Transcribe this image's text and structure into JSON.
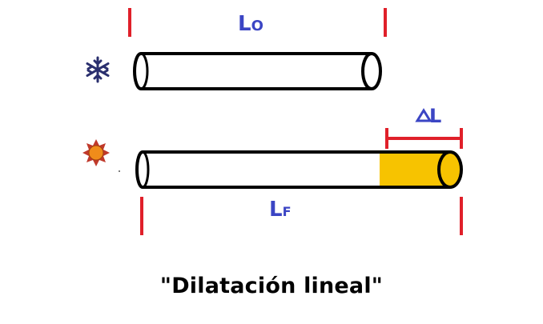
{
  "labels": {
    "initial_length": "L",
    "initial_length_sub": "O",
    "final_length": "L",
    "final_length_sub": "F",
    "delta": "L"
  },
  "icons": {
    "cold": "snowflake-icon",
    "hot": "sun-icon"
  },
  "caption": "\"Dilatación lineal\"",
  "colors": {
    "marker": "#e0202a",
    "label": "#3b45c4",
    "expansion": "#f7c300",
    "rod_outline": "#000000",
    "snowflake": "#2a2f6e",
    "sun_core": "#f08c1a",
    "sun_rays": "#c0392b"
  }
}
